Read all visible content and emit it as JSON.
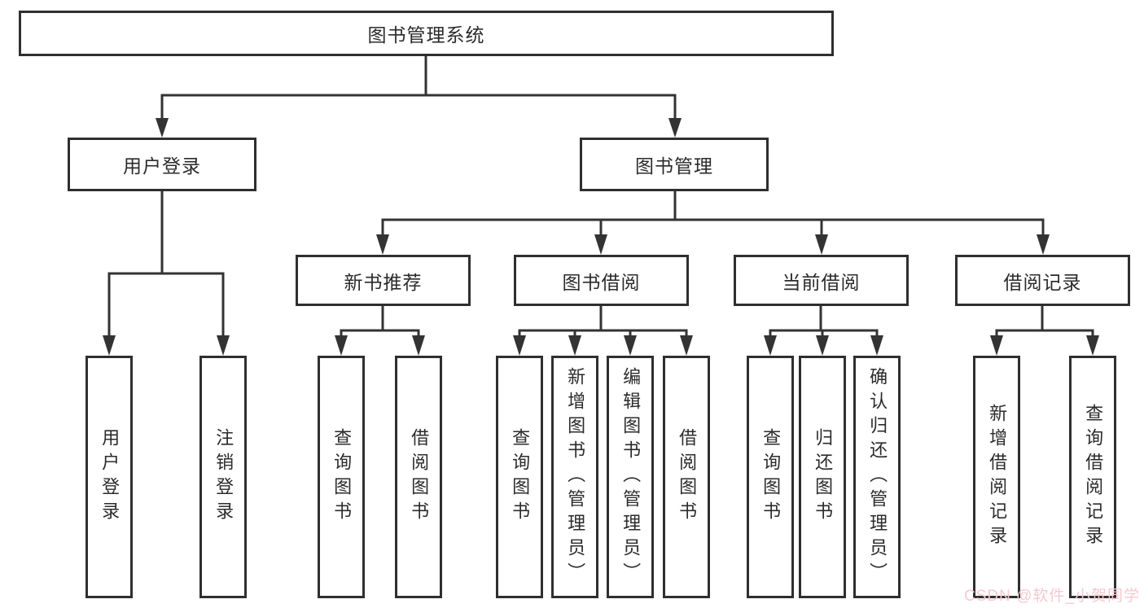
{
  "diagram": {
    "root": "图书管理系统",
    "level2": [
      "用户登录",
      "图书管理"
    ],
    "level3": [
      "新书推荐",
      "图书借阅",
      "当前借阅",
      "借阅记录"
    ],
    "leaves": {
      "user": [
        "用户登录",
        "注销登录"
      ],
      "newbook": [
        "查询图书",
        "借阅图书"
      ],
      "borrow": [
        "查询图书",
        "新增图书（管理员）",
        "编辑图书（管理员）",
        "借阅图书"
      ],
      "current": [
        "查询图书",
        "归还图书",
        "确认归还（管理员）"
      ],
      "record": [
        "新增借阅记录",
        "查询借阅记录"
      ]
    }
  },
  "watermark": "CSDN @软件_小贺同学",
  "colors": {
    "line": "#333333",
    "text": "#2b2b2b",
    "watermark_pink": "#f6c9cf",
    "background": "#ffffff"
  }
}
